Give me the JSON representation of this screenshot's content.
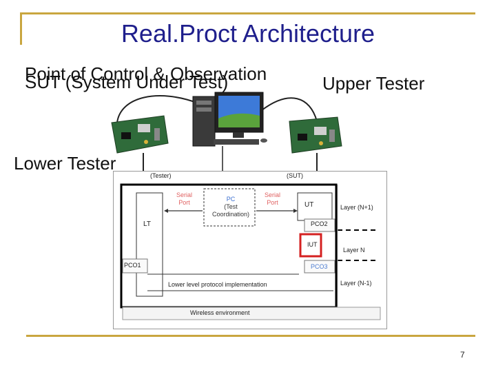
{
  "slide": {
    "title": "Real.Proct Architecture",
    "poco_label": "Point of Control & Observation",
    "sut_label": "SUT (System Under Test)",
    "upper_tester": "Upper Tester",
    "lower_tester": "Lower Tester",
    "page_number": "7"
  },
  "diagram": {
    "tester": "(Tester)",
    "sut": "(SUT)",
    "serial_port_left": [
      "Serial",
      "Port"
    ],
    "pc_box": [
      "PC",
      "(Test",
      "Coordination)"
    ],
    "serial_port_right": [
      "Serial",
      "Port"
    ],
    "lt": "LT",
    "ut": "UT",
    "pco1": "PCO1",
    "pco2": "PCO2",
    "pco3": "PCO3",
    "iut": "IUT",
    "layer_n_plus_1": "Layer (N+1)",
    "layer_n": "Layer N",
    "layer_n_minus_1": "Layer (N-1)",
    "lower_level": "Lower level protocol implementation",
    "wireless": "Wireless environment"
  },
  "colors": {
    "title": "#1f1f8c",
    "frame_gold": "#c9a63f",
    "port_red": "#e06060",
    "pco_blue": "#4a7bd0",
    "iut_red": "#d42020"
  }
}
